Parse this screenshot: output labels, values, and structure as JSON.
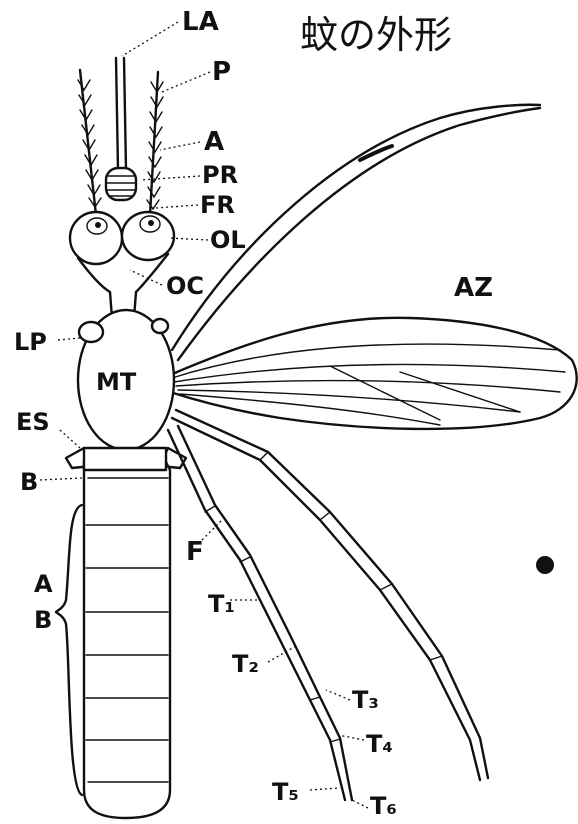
{
  "title": "蚊の外形",
  "labels": {
    "LA": "LA",
    "P": "P",
    "A": "A",
    "PR": "PR",
    "FR": "FR",
    "OL": "OL",
    "OC": "OC",
    "AZ": "AZ",
    "LP": "LP",
    "MT": "MT",
    "ES": "ES",
    "B": "B",
    "AB_1": "A",
    "AB_2": "B",
    "F": "F",
    "T1": "T₁",
    "T2": "T₂",
    "T3": "T₃",
    "T4": "T₄",
    "T5": "T₅",
    "T6": "T₆"
  },
  "colors": {
    "ink": "#111111",
    "paper": "#ffffff"
  }
}
